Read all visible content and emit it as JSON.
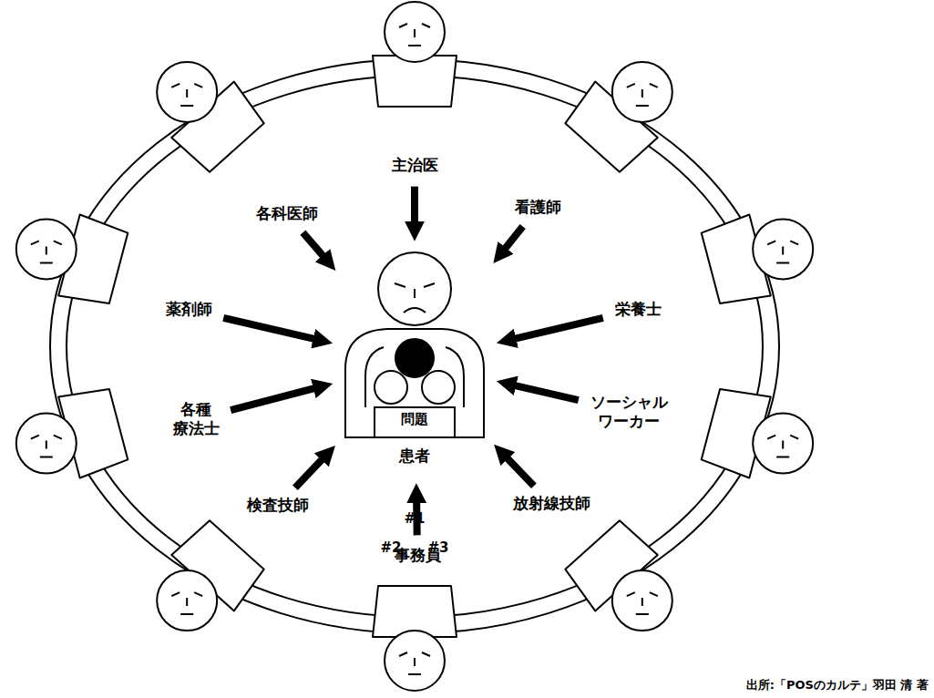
{
  "diagram": {
    "caption": "出所:「POSのカルテ」羽田 清 著",
    "nodes": [
      {
        "text": [
          "主治医"
        ]
      },
      {
        "text": [
          "各科医師"
        ]
      },
      {
        "text": [
          "看護師"
        ]
      },
      {
        "text": [
          "薬剤師"
        ]
      },
      {
        "text": [
          "栄養士"
        ]
      },
      {
        "text": [
          "問題",
          "患者"
        ]
      },
      {
        "text": [
          "#1"
        ],
        "in": 5
      },
      {
        "text": [
          "#2"
        ],
        "in": 5
      },
      {
        "text": [
          "#3"
        ],
        "in": 5
      },
      {
        "text": [
          "各種 療法士"
        ]
      },
      {
        "text": [
          "ソーシャル ワーカー"
        ]
      },
      {
        "text": [
          "検査技師"
        ]
      },
      {
        "text": [
          "放射線技師"
        ]
      },
      {
        "text": [
          "事務員"
        ]
      }
    ],
    "edges": [
      {
        "from": 0,
        "to": 5,
        "arrow": "to"
      },
      {
        "from": 1,
        "to": 5,
        "arrow": "to"
      },
      {
        "from": 2,
        "to": 5,
        "arrow": "to"
      },
      {
        "from": 3,
        "to": 5,
        "arrow": "to"
      },
      {
        "from": 4,
        "to": 5,
        "arrow": "to"
      },
      {
        "from": 9,
        "to": 5,
        "arrow": "to"
      },
      {
        "from": 10,
        "to": 5,
        "arrow": "to"
      },
      {
        "from": 11,
        "to": 5,
        "arrow": "to"
      },
      {
        "from": 12,
        "to": 5,
        "arrow": "to"
      },
      {
        "from": 13,
        "to": 5,
        "arrow": "to"
      }
    ]
  }
}
